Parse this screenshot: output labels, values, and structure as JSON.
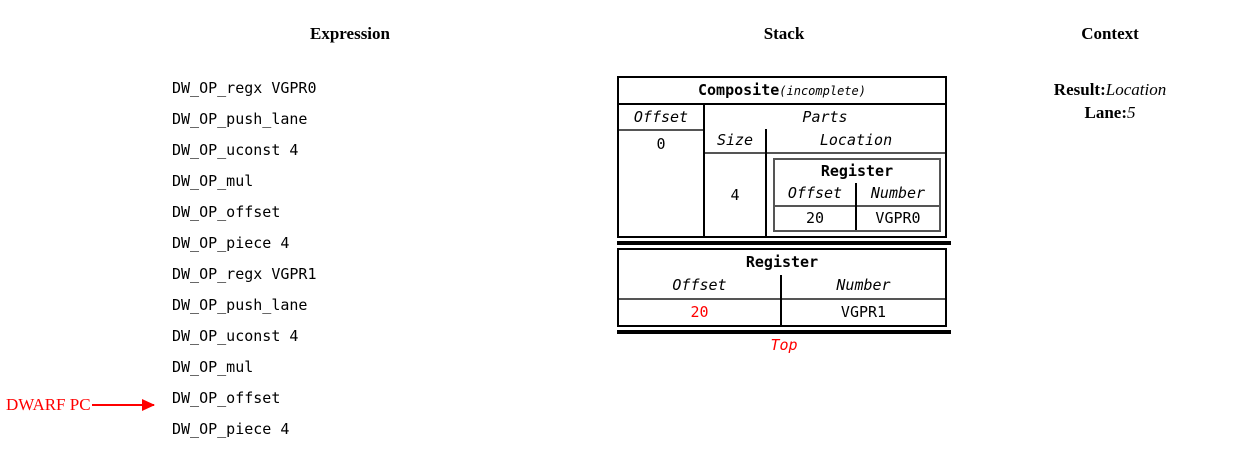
{
  "headers": {
    "expression": "Expression",
    "stack": "Stack",
    "context": "Context"
  },
  "expression": {
    "lines": [
      "DW_OP_regx VGPR0",
      "DW_OP_push_lane",
      "DW_OP_uconst 4",
      "DW_OP_mul",
      "DW_OP_offset",
      "DW_OP_piece 4",
      "DW_OP_regx VGPR1",
      "DW_OP_push_lane",
      "DW_OP_uconst 4",
      "DW_OP_mul",
      "DW_OP_offset",
      "DW_OP_piece 4"
    ],
    "pc_marker_label": "DWARF PC",
    "pc_marker_color": "#ff0000",
    "pc_points_to_line_index": 11
  },
  "stack": {
    "top_label": "Top",
    "top_label_color": "#ff0000",
    "entries": [
      {
        "kind": "composite",
        "title": "Composite",
        "title_tag": "(incomplete)",
        "offset_header": "Offset",
        "offset_value": "0",
        "parts_header": "Parts",
        "part_size_header": "Size",
        "part_location_header": "Location",
        "part": {
          "size": "4",
          "location": {
            "title": "Register",
            "offset_header": "Offset",
            "number_header": "Number",
            "offset_value": "20",
            "number_value": "VGPR0"
          }
        }
      },
      {
        "kind": "register",
        "title": "Register",
        "offset_header": "Offset",
        "number_header": "Number",
        "offset_value": "20",
        "offset_value_color": "#ff0000",
        "number_value": "VGPR1"
      }
    ]
  },
  "context": {
    "result_key": "Result:",
    "result_value": "Location",
    "lane_key": "Lane:",
    "lane_value": "5"
  }
}
